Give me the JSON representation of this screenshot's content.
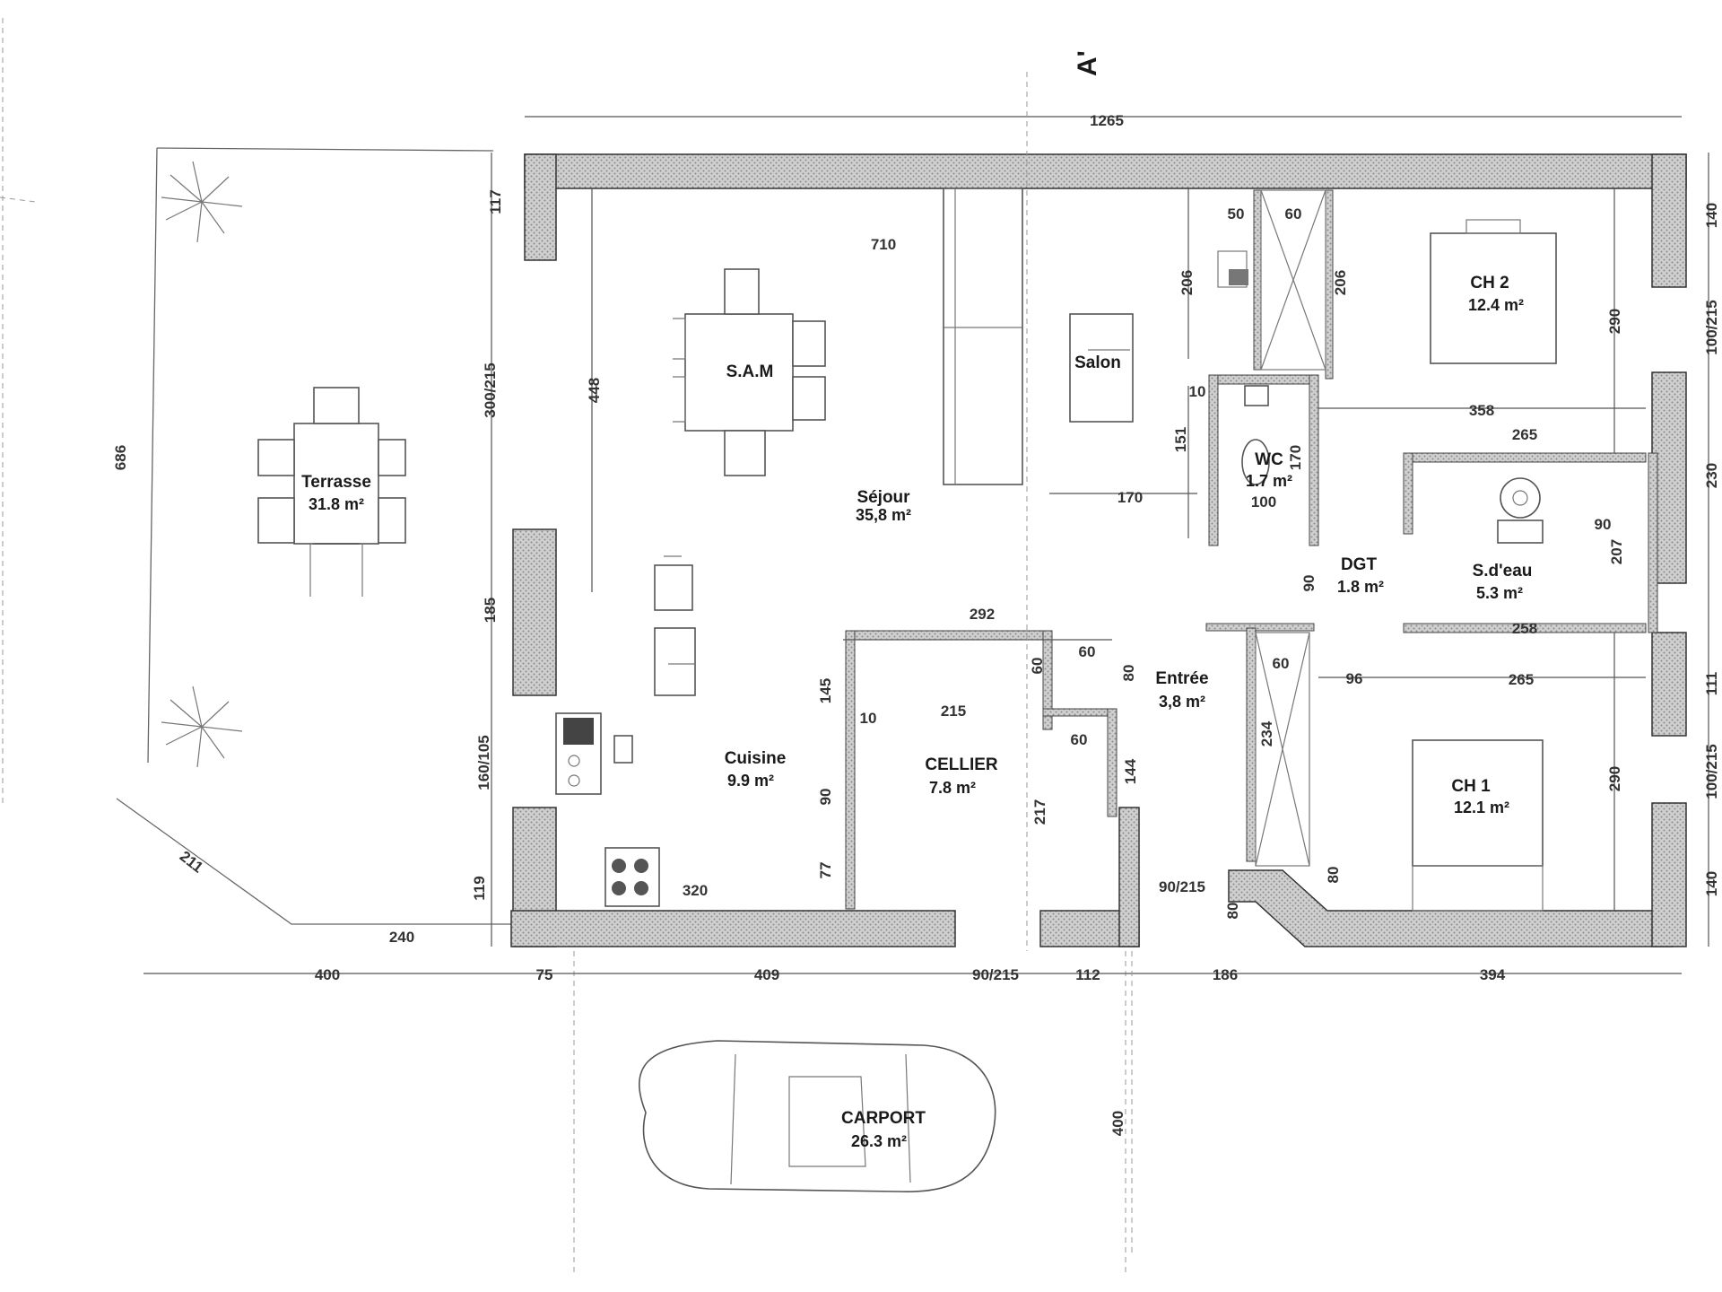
{
  "top_marker": "A'",
  "rooms": {
    "sam": "S.A.M",
    "salon": "Salon",
    "sejour": {
      "name": "Séjour",
      "area": "35,8 m²"
    },
    "terrasse": {
      "name": "Terrasse",
      "area": "31.8 m²"
    },
    "cuisine": {
      "name": "Cuisine",
      "area": "9.9 m²"
    },
    "cellier": {
      "name": "CELLIER",
      "area": "7.8 m²"
    },
    "entree": {
      "name": "Entrée",
      "area": "3,8 m²"
    },
    "wc": {
      "name": "WC",
      "area": "1.7 m²"
    },
    "dgt": {
      "name": "DGT",
      "area": "1.8 m²"
    },
    "sdeau": {
      "name": "S.d'eau",
      "area": "5.3 m²"
    },
    "ch2": {
      "name": "CH 2",
      "area": "12.4 m²"
    },
    "ch1": {
      "name": "CH 1",
      "area": "12.1 m²"
    },
    "carport": {
      "name": "CARPORT",
      "area": "26.3 m²"
    }
  },
  "dimensions": {
    "overall_top": "1265",
    "sejour_width": "710",
    "sejour_depth": "448",
    "terrasse_depth": "686",
    "left_117": "117",
    "left_300_215": "300/215",
    "left_185": "185",
    "left_160_105": "160/105",
    "left_119": "119",
    "bottom_400": "400",
    "bottom_75": "75",
    "bottom_409": "409",
    "bottom_90_215": "90/215",
    "bottom_112": "112",
    "bottom_186": "186",
    "bottom_394": "394",
    "terrace_240": "240",
    "terrace_211": "211",
    "cuisine_320": "320",
    "cellier_292": "292",
    "cellier_145": "145",
    "cellier_10": "10",
    "cellier_215": "215",
    "cellier_90": "90",
    "cellier_77": "77",
    "cellier_60a": "60",
    "cellier_60b": "60",
    "cellier_60c": "60",
    "cellier_217": "217",
    "entree_80": "80",
    "entree_144": "144",
    "entree_90_215": "90/215",
    "entree_80b": "80",
    "salon_170": "170",
    "wc_10": "10",
    "wc_151": "151",
    "wc_170": "170",
    "wc_100": "100",
    "wc_206a": "206",
    "wc_206b": "206",
    "top_50": "50",
    "top_60": "60",
    "dgt_90": "90",
    "dgt_96": "96",
    "dgt_60": "60",
    "ch1_234": "234",
    "ch1_265": "265",
    "ch1_290": "290",
    "ch1_80": "80",
    "ch2_290": "290",
    "ch2_358": "358",
    "sde_265": "265",
    "sde_90": "90",
    "sde_207": "207",
    "sde_258": "258",
    "right_140a": "140",
    "right_100_215a": "100/215",
    "right_230": "230",
    "right_111": "111",
    "right_100_215b": "100/215",
    "right_140b": "140",
    "carport_400": "400"
  }
}
